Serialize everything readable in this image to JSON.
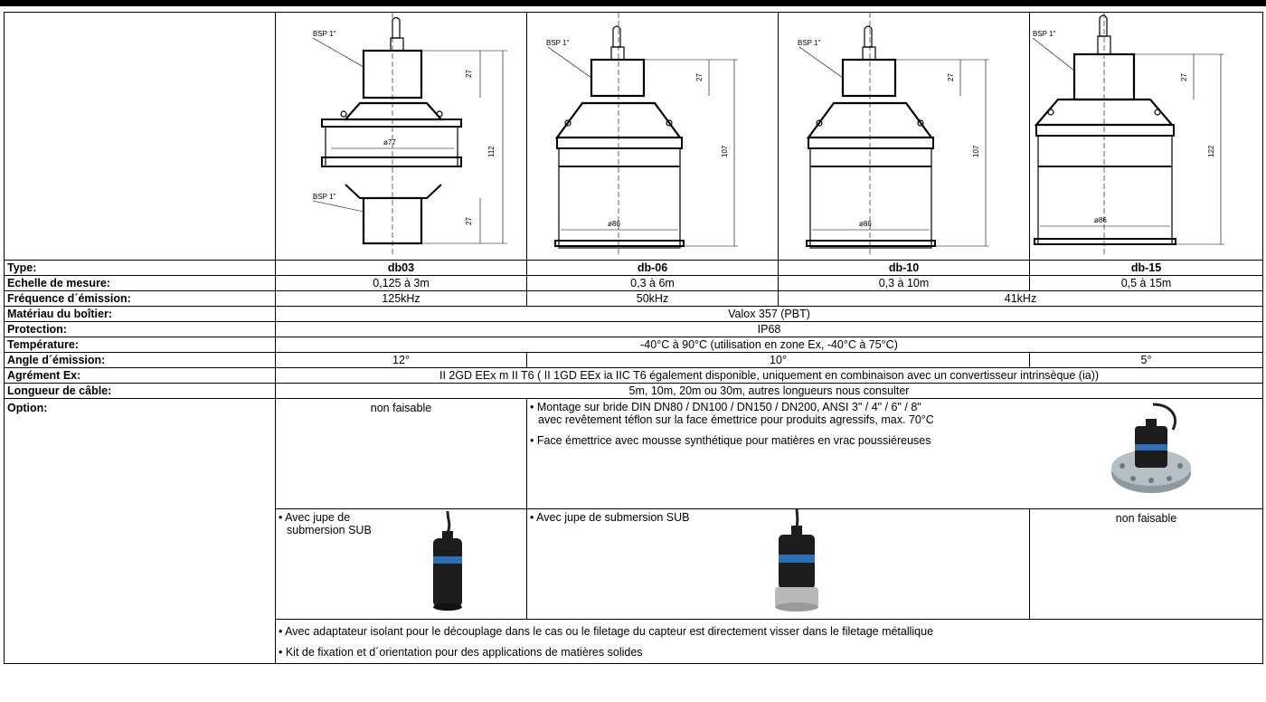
{
  "table": {
    "labels": {
      "type": "Type:",
      "range": "Echelle de mesure:",
      "frequency": "Fréquence d´émission:",
      "material": "Matériau du boîtier:",
      "protection": "Protection:",
      "temperature": "Température:",
      "angle": "Angle d´émission:",
      "approval": "Agrément Ex:",
      "cable": "Longueur de câble:",
      "option": "Option:"
    },
    "models": [
      {
        "type": "db03",
        "range": "0,125 à 3m",
        "dims": {
          "a": "27",
          "b": "27",
          "total": "112",
          "dia": "ø77",
          "thread": "BSP 1\""
        }
      },
      {
        "type": "db-06",
        "range": "0,3 à 6m",
        "dims": {
          "a": "27",
          "total": "107",
          "dia": "ø86",
          "thread": "BSP 1\""
        }
      },
      {
        "type": "db-10",
        "range": "0,3 à 10m",
        "dims": {
          "a": "27",
          "total": "107",
          "dia": "ø86",
          "thread": "BSP 1\""
        }
      },
      {
        "type": "db-15",
        "range": "0,5 à 15m",
        "dims": {
          "a": "27",
          "total": "122",
          "dia": "ø86",
          "thread": "BSP 1\""
        }
      }
    ],
    "frequency": {
      "db03": "125kHz",
      "db06": "50kHz",
      "db10_15": "41kHz"
    },
    "material": "Valox 357 (PBT)",
    "protection": "IP68",
    "temperature": "-40°C à 90°C (utilisation en zone Ex,  -40°C à 75°C)",
    "angle": {
      "db03": "12°",
      "db06_10": "10°",
      "db15": "5°"
    },
    "approval": "II 2GD EEx m II T6 ( II 1GD EEx ia IIC T6 également disponible, uniquement en combinaison avec un convertisseur intrinsèque (ia))",
    "cable": "5m, 10m, 20m ou 30m, autres longueurs nous consulter",
    "options": {
      "not_feasible": "non faisable",
      "flange_line1": "• Montage sur bride DIN DN80 / DN100 / DN150 / DN200, ANSI 3\" / 4\" / 6\" / 8\"",
      "flange_line2": "avec revêtement téflon sur la face émettrice pour produits agressifs, max. 70°C",
      "foam": "• Face émettrice avec mousse synthétique pour matières en vrac poussiéreuses",
      "sub_short_1": "• Avec jupe de",
      "sub_short_2": "submersion SUB",
      "sub_long": "• Avec jupe de submersion SUB",
      "not_feasible_2": "non faisable",
      "adapter": "• Avec adaptateur isolant pour le découplage dans le cas ou le filetage du capteur est directement visser dans le filetage métallique",
      "kit": "• Kit de fixation et d´orientation pour des applications de matières solides"
    }
  },
  "colors": {
    "sensor_body": "#1c1c1c",
    "sensor_band": "#2f6fb5",
    "flange": "#8a9aa0",
    "skirt": "#b8b8b8"
  }
}
